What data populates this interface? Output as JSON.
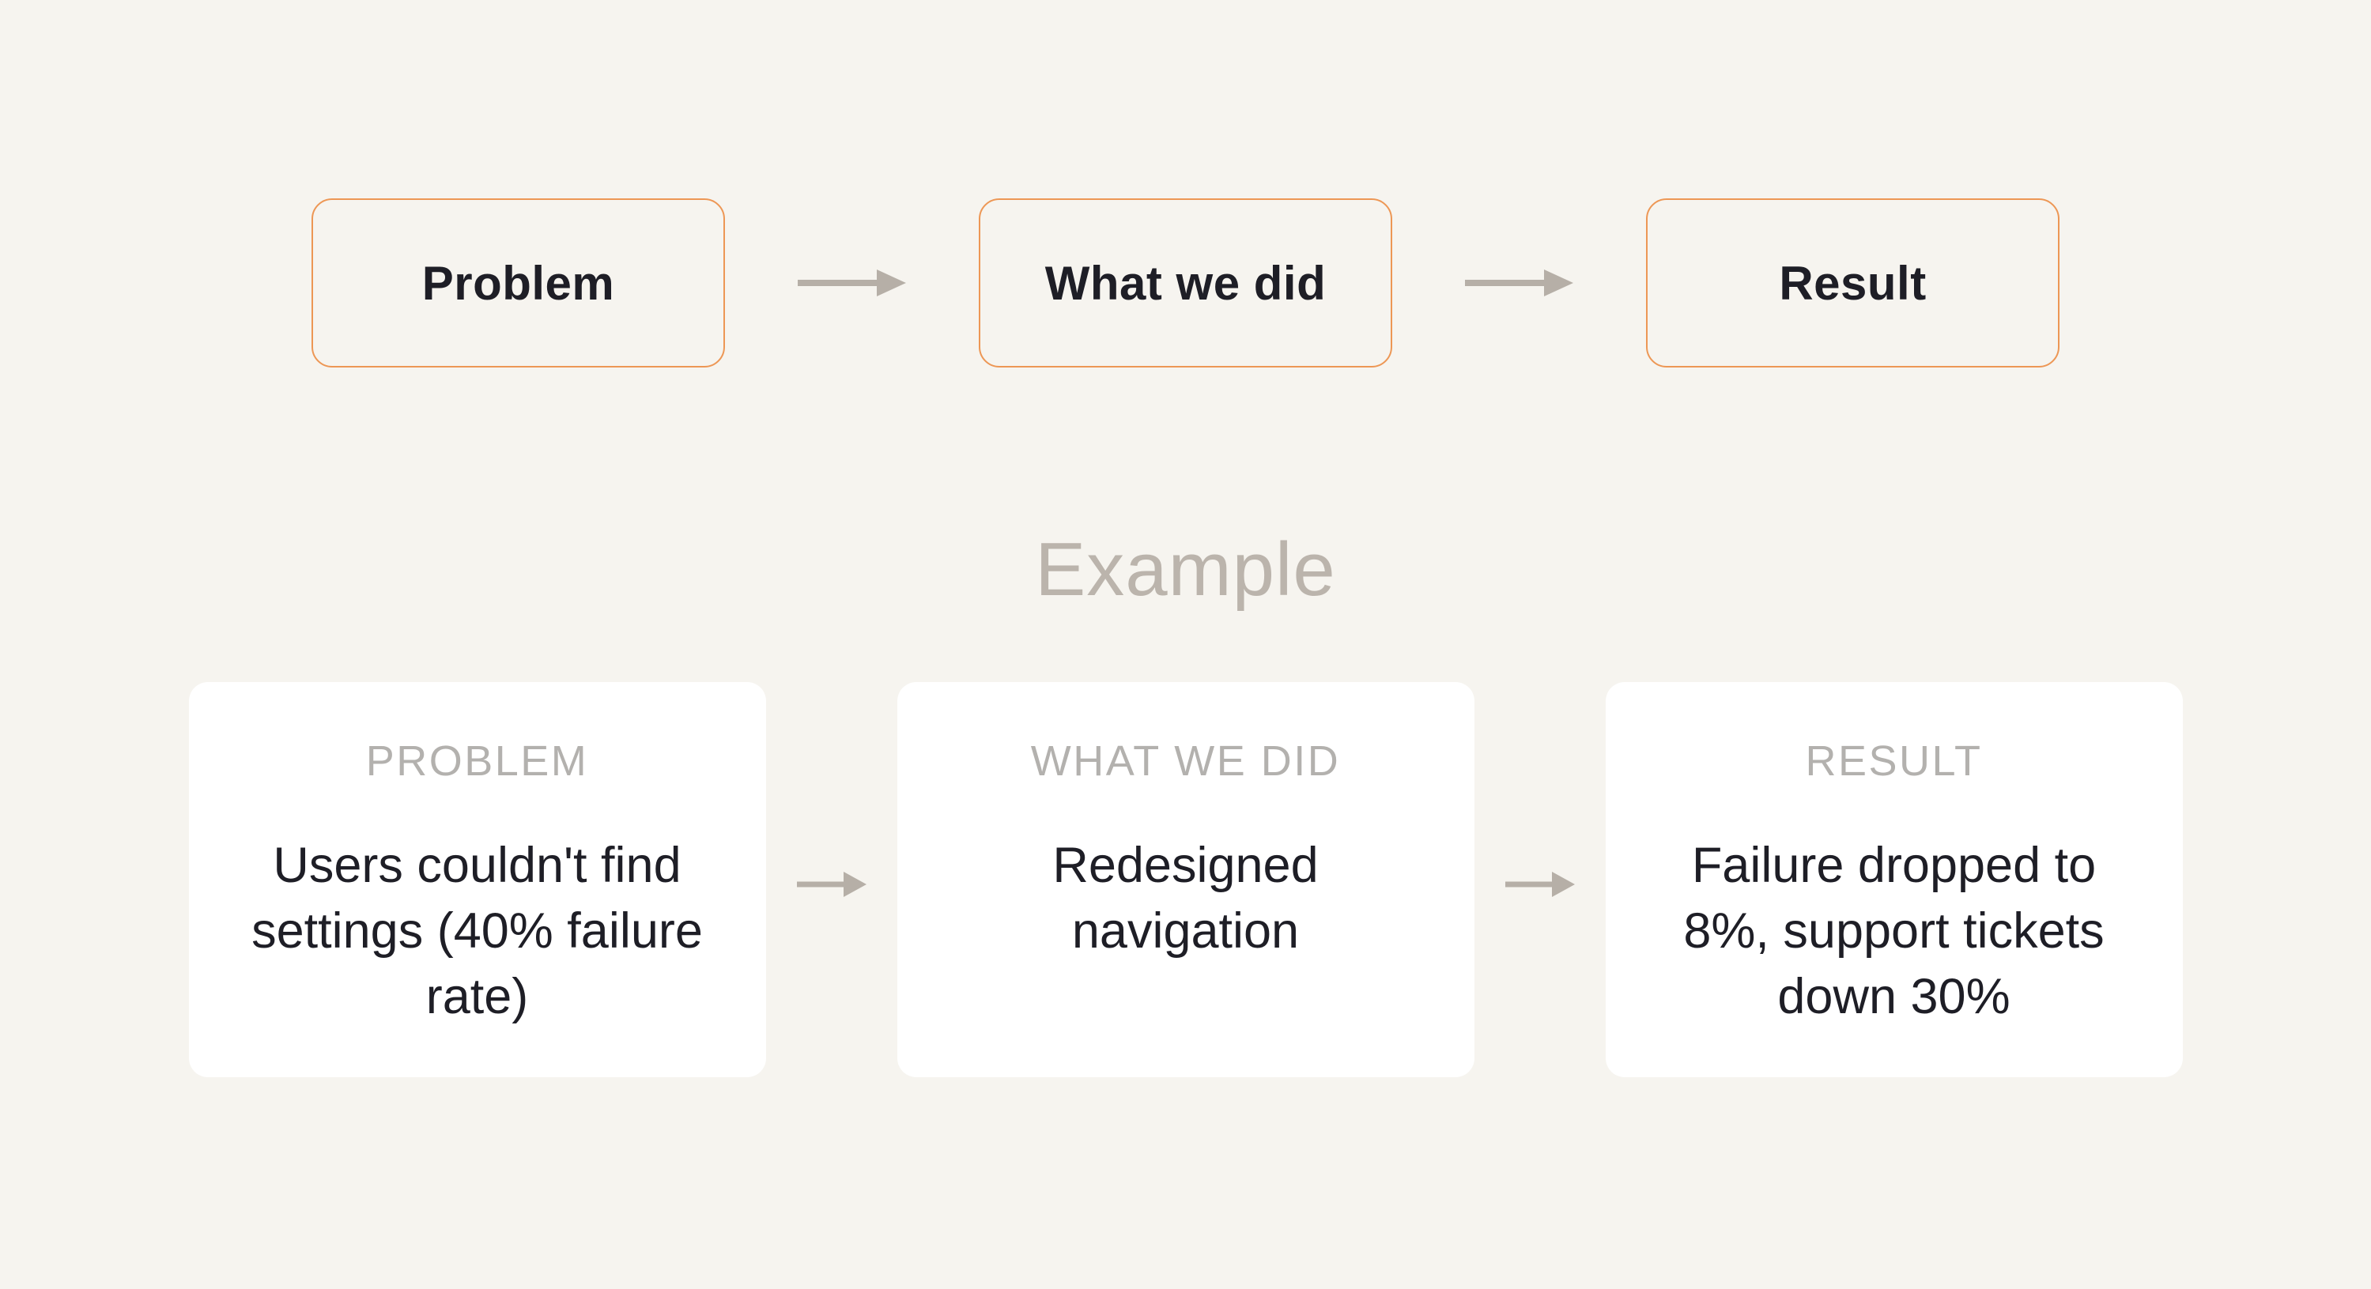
{
  "colors": {
    "bg": "#F6F4EF",
    "accent": "#ED9755",
    "card_bg": "#FFFFFF",
    "text_dark": "#1E1E26",
    "label_muted": "#B3B1AE",
    "heading_muted": "#BBB4AC",
    "arrow": "#B6AFA7"
  },
  "flow": {
    "steps": [
      {
        "label": "Problem"
      },
      {
        "label": "What we did"
      },
      {
        "label": "Result"
      }
    ]
  },
  "example": {
    "heading": "Example",
    "cards": [
      {
        "label": "PROBLEM",
        "body": "Users couldn't find settings (40% failure rate)",
        "body_lines": [
          "Users couldn't find",
          "settings (40% failure",
          "rate)"
        ]
      },
      {
        "label": "WHAT WE DID",
        "body": "Redesigned navigation",
        "body_lines": [
          "Redesigned",
          "navigation"
        ]
      },
      {
        "label": "RESULT",
        "body": "Failure dropped to 8%, support tickets down 30%",
        "body_lines": [
          "Failure dropped to",
          "8%, support tickets",
          "down 30%"
        ]
      }
    ]
  },
  "icons": {
    "arrow_right": "→"
  }
}
